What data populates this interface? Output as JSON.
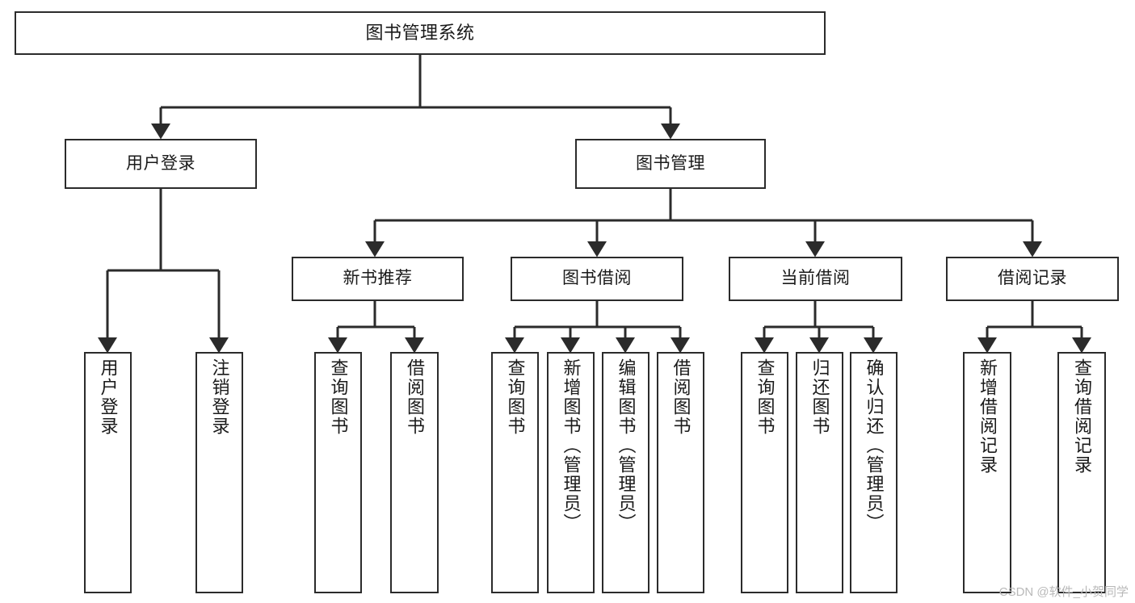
{
  "diagram": {
    "type": "tree",
    "title": "图书管理系统",
    "watermark": "CSDN @软件_小贺同学",
    "colors": {
      "box_border": "#2b2b2b",
      "box_fill": "#ffffff",
      "connector": "#2b2b2b",
      "text": "#1a1a1a",
      "watermark": "#b9b9b9"
    },
    "nodes": {
      "root": {
        "label": "图书管理系统"
      },
      "level1": [
        {
          "label": "用户登录"
        },
        {
          "label": "图书管理"
        }
      ],
      "level2": [
        {
          "label": "新书推荐"
        },
        {
          "label": "图书借阅"
        },
        {
          "label": "当前借阅"
        },
        {
          "label": "借阅记录"
        }
      ],
      "leaves": {
        "user_login": [
          {
            "label": "用户登录"
          },
          {
            "label": "注销登录"
          }
        ],
        "new_book": [
          {
            "label": "查询图书"
          },
          {
            "label": "借阅图书"
          }
        ],
        "borrow_book": [
          {
            "label": "查询图书"
          },
          {
            "label": "新增图书（管理员）"
          },
          {
            "label": "编辑图书（管理员）"
          },
          {
            "label": "借阅图书"
          }
        ],
        "current_borrow": [
          {
            "label": "查询图书"
          },
          {
            "label": "归还图书"
          },
          {
            "label": "确认归还（管理员）"
          }
        ],
        "borrow_record": [
          {
            "label": "新增借阅记录"
          },
          {
            "label": "查询借阅记录"
          }
        ]
      }
    }
  }
}
